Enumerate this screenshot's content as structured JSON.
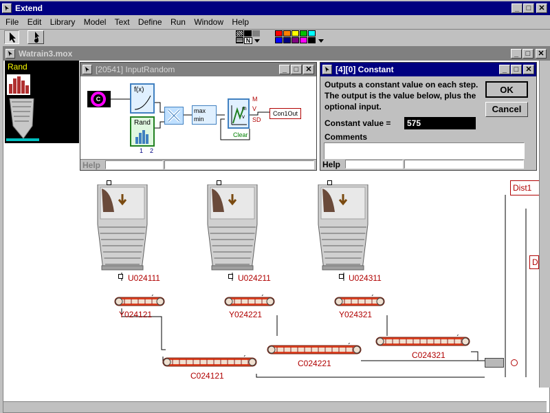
{
  "app": {
    "title": "Extend",
    "menu": [
      "File",
      "Edit",
      "Library",
      "Model",
      "Text",
      "Define",
      "Run",
      "Window",
      "Help"
    ],
    "palette_selected": "N",
    "colors": [
      "#ff0000",
      "#ff8000",
      "#ffff00",
      "#00c000",
      "#00ffff",
      "#0000ff",
      "#000080",
      "#800080",
      "#ff00ff",
      "#000000"
    ]
  },
  "model_window": {
    "title": "Watrain3.mox",
    "thumbnail_label": "Rand"
  },
  "input_random": {
    "title": "[20541]  InputRandom",
    "help": "Help",
    "blocks": {
      "c": "C",
      "fx": "f(x)",
      "rand": "Rand",
      "rand_ports": [
        "1",
        "2"
      ],
      "maxmin": [
        "max",
        "min"
      ],
      "stat_m": "M",
      "stat_v": "V",
      "stat_sd": "SD",
      "stat_m_in": "m",
      "stat_v_in": "v",
      "clear": "Clear",
      "out": "Con1Out"
    }
  },
  "constant": {
    "title": "[4][0]   Constant",
    "description": "Outputs a constant value on each step. The output is the value below, plus the optional input.",
    "value_label": "Constant value =",
    "value": "575",
    "comments_label": "Comments",
    "ok": "OK",
    "cancel": "Cancel",
    "help": "Help"
  },
  "diagram": {
    "hoppers": [
      "U024111",
      "U024211",
      "U024311"
    ],
    "upper_conveyors": [
      "Y024121",
      "Y024221",
      "Y024321"
    ],
    "lower_conveyors": [
      "C024121",
      "C024221",
      "C024321"
    ],
    "dist": "Dist1"
  }
}
